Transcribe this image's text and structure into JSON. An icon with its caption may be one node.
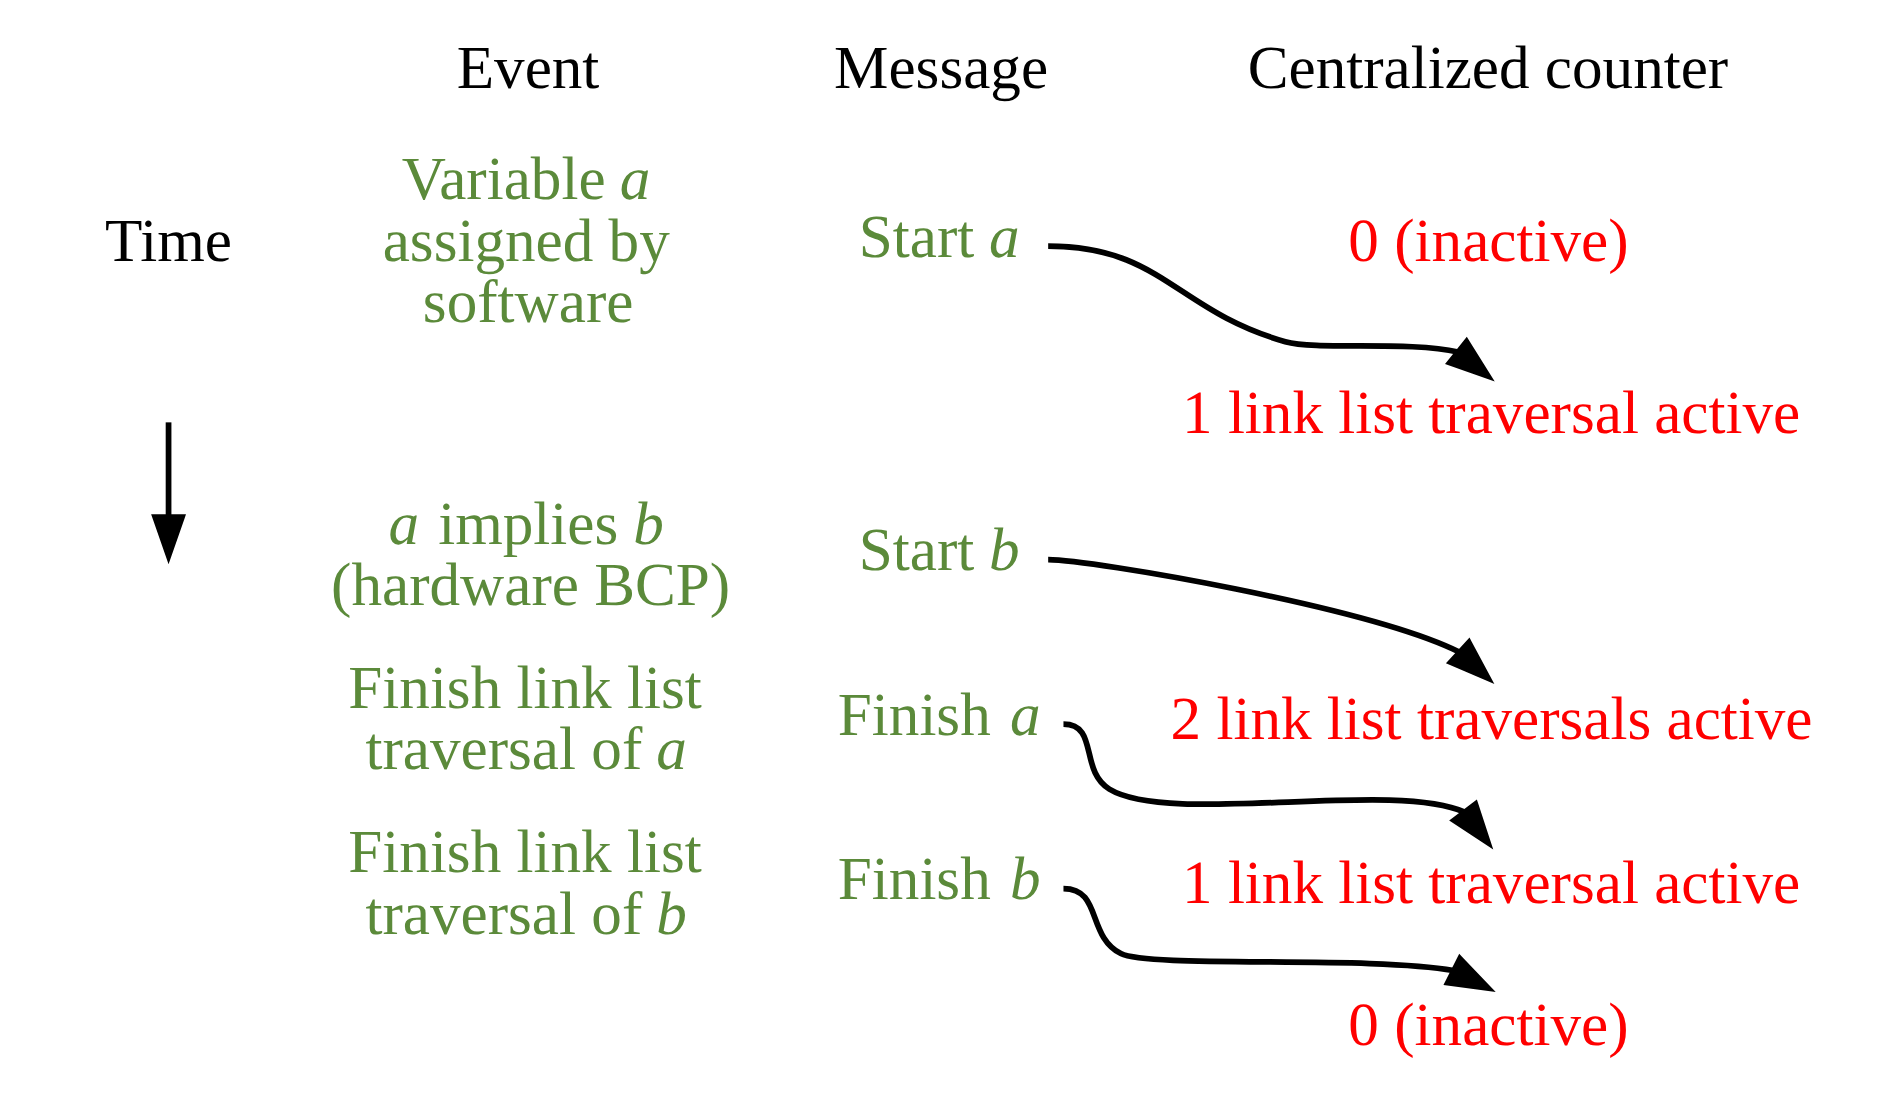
{
  "diagram": {
    "nodes": [
      {
        "text": [
          "0 (inactive)"
        ]
      },
      {
        "text": [
          "Variable *a* assigned by software"
        ]
      },
      {
        "text": [
          "Start *a*"
        ]
      },
      {
        "text": [
          "1 link list traversal active"
        ]
      },
      {
        "text": [
          "*a* implies *b* (hardware BCP)"
        ]
      },
      {
        "text": [
          "Start *b*"
        ]
      },
      {
        "text": [
          "2 link list traversals active"
        ]
      },
      {
        "text": [
          "Finish link list traversal of *a*"
        ]
      },
      {
        "text": [
          "Finish *a*"
        ]
      },
      {
        "text": [
          "1 link list traversal active"
        ]
      },
      {
        "text": [
          "Finish link list traversal of *b*"
        ]
      },
      {
        "text": [
          "Finish *b*"
        ]
      },
      {
        "text": [
          "0 (inactive)"
        ]
      }
    ],
    "edges": [
      {
        "from": 2,
        "to": 3,
        "arrow": "to"
      },
      {
        "from": 5,
        "to": 6,
        "arrow": "to"
      },
      {
        "from": 8,
        "to": 9,
        "arrow": "to"
      },
      {
        "from": 11,
        "to": 12,
        "arrow": "to"
      }
    ],
    "labels": [
      "Event",
      "Message",
      "Centralized counter",
      "Time"
    ]
  }
}
